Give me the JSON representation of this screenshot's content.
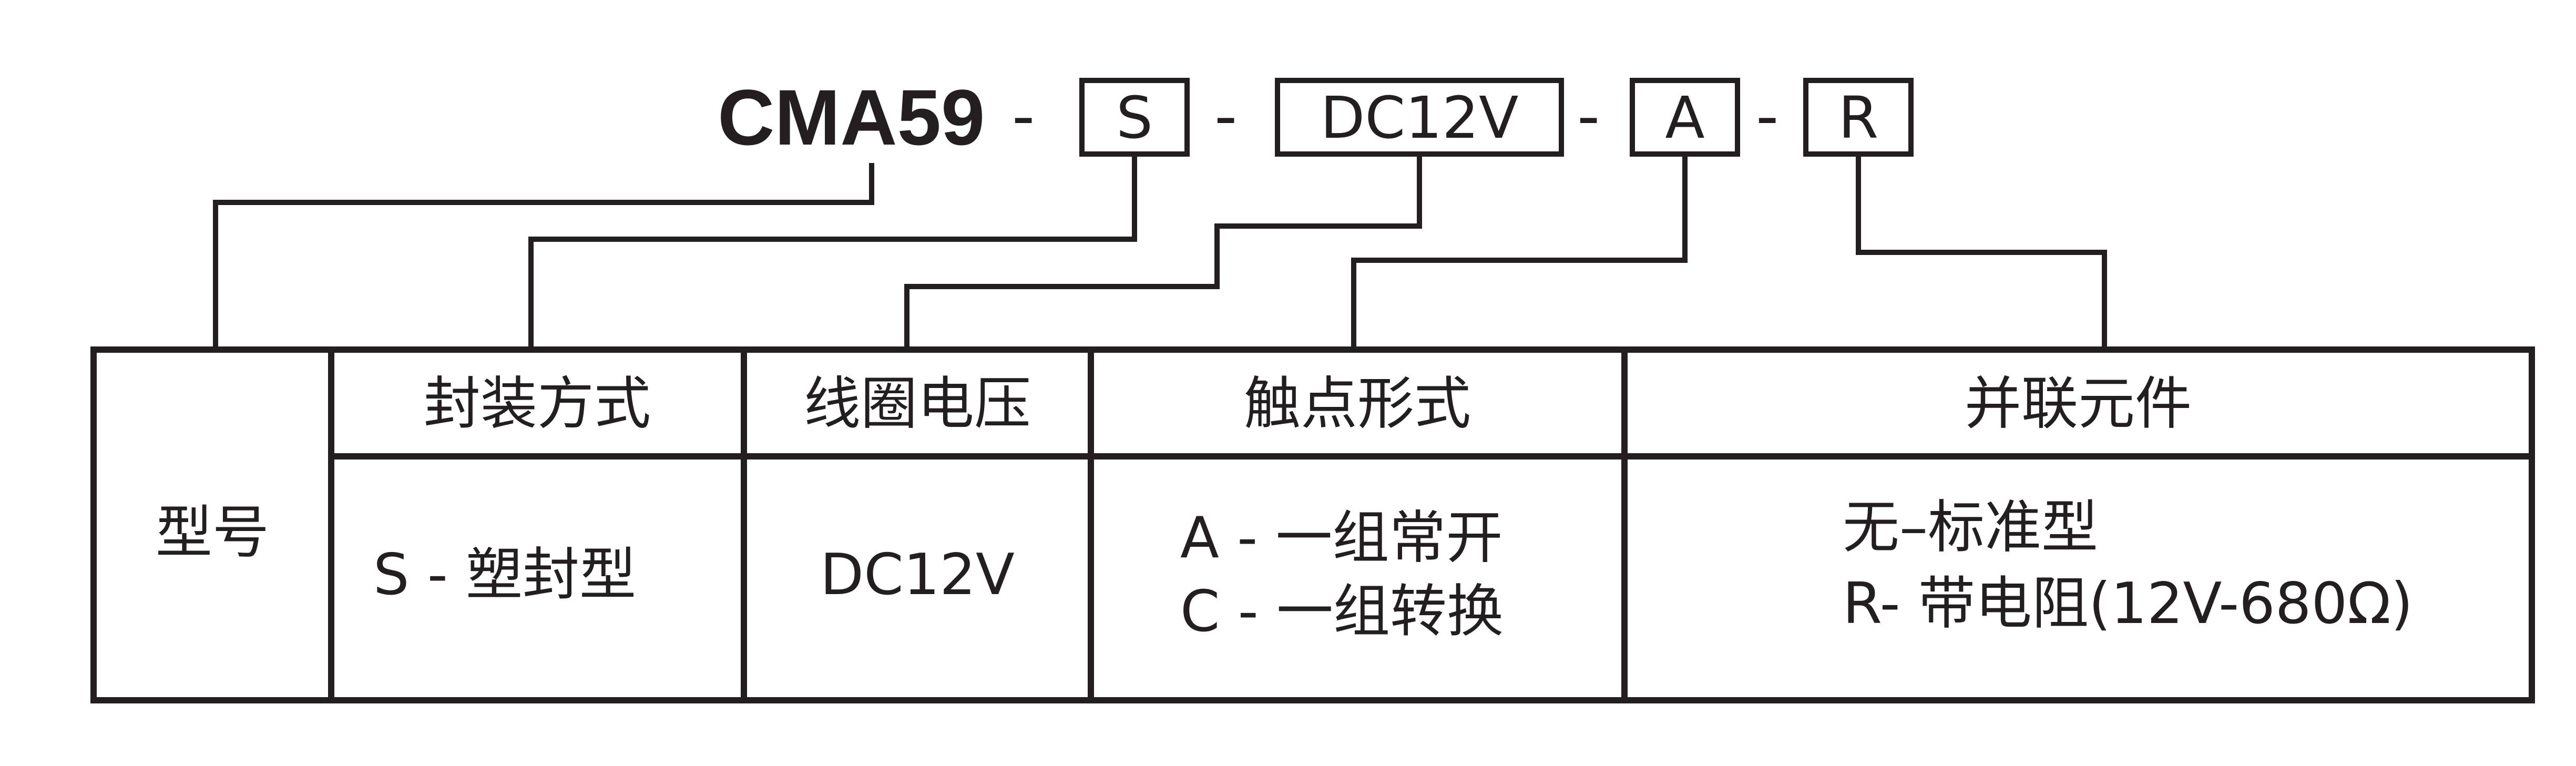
{
  "model": "CMA59",
  "separator": "-",
  "codes": {
    "package": "S",
    "voltage": "DC12V",
    "contact": "A",
    "parallel": "R"
  },
  "table": {
    "model_label": "型号",
    "headers": {
      "package": "封装方式",
      "voltage": "线圈电压",
      "contact": "触点形式",
      "parallel": "并联元件"
    },
    "package": [
      "S -  塑封型"
    ],
    "voltage": [
      "DC12V"
    ],
    "contact": [
      "A  -  一组常开",
      "C -  一组转换"
    ],
    "parallel": [
      "无–标准型",
      "R- 带电阻(12V-680Ω)"
    ]
  }
}
